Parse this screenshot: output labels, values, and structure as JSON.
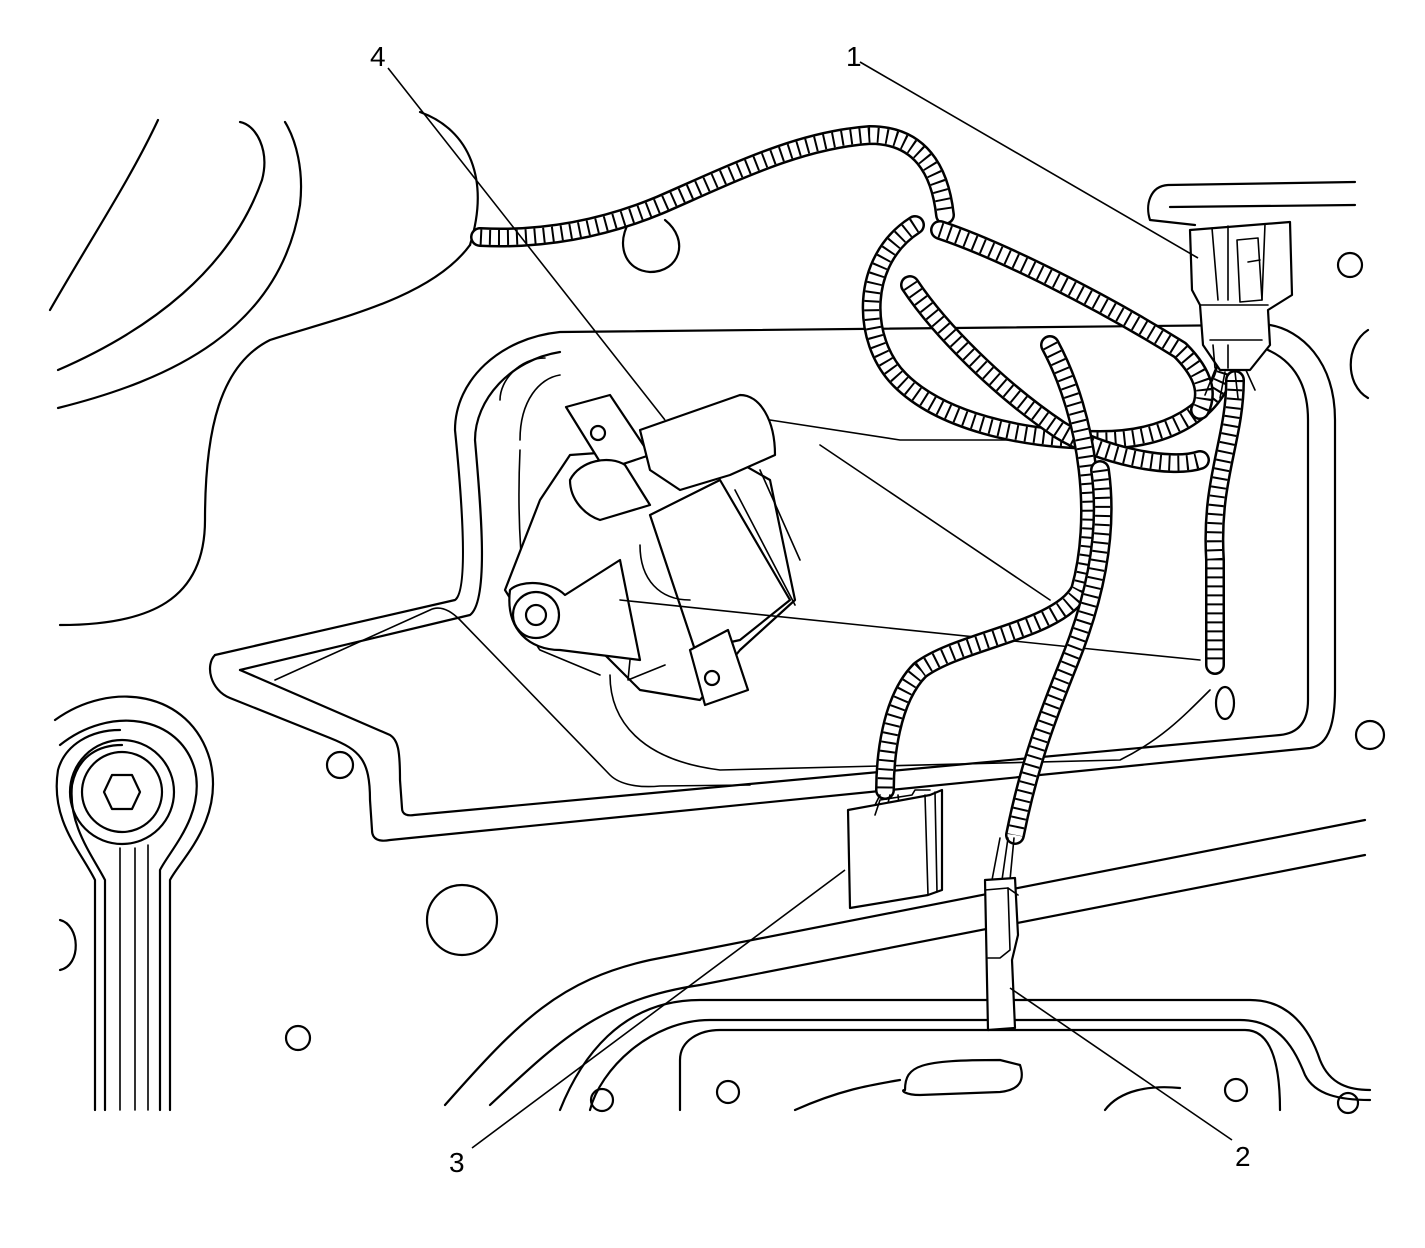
{
  "callouts": {
    "c1": "1",
    "c2": "2",
    "c3": "3",
    "c4": "4"
  },
  "parts": {
    "connector_1": "connector-icon",
    "connector_2": "connector-icon",
    "connector_3": "connector-icon",
    "component_4": "motor-module-icon"
  },
  "colors": {
    "line": "#000000",
    "background": "#ffffff"
  }
}
